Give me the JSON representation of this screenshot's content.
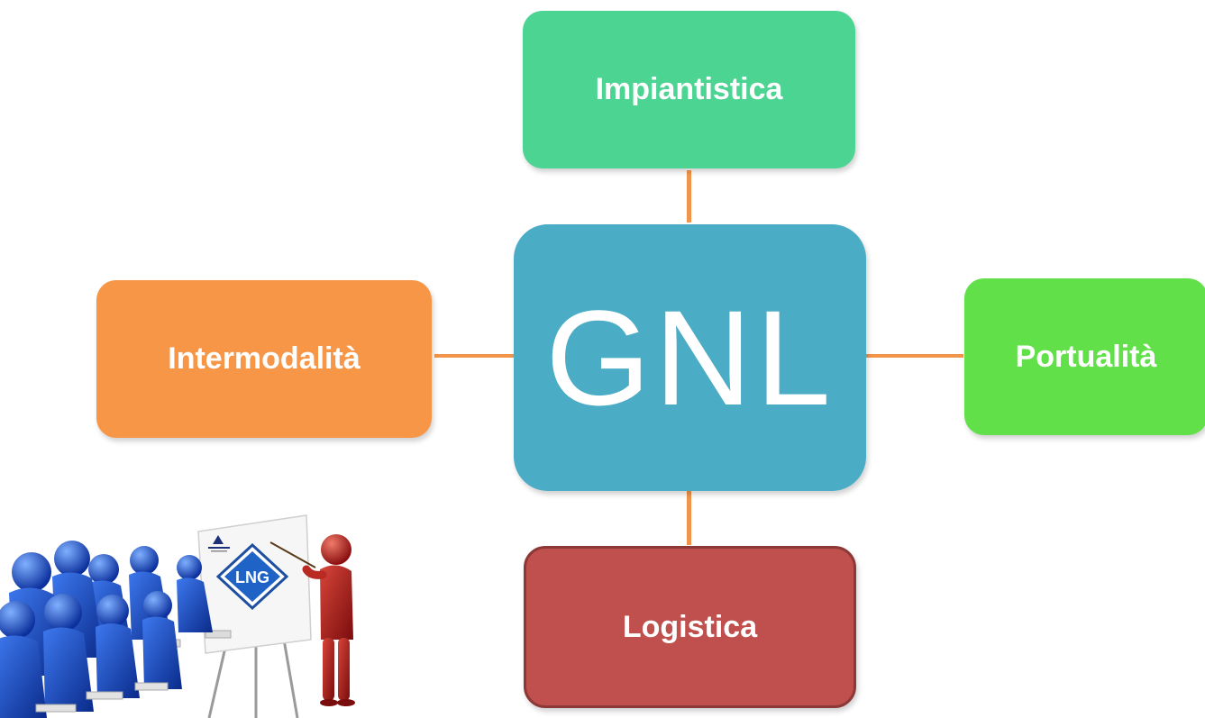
{
  "diagram": {
    "center": {
      "label": "GNL",
      "color": "#4bacc6"
    },
    "nodes": {
      "top": {
        "label": "Impiantistica",
        "color": "#4cd492"
      },
      "left": {
        "label": "Intermodalità",
        "color": "#f79646"
      },
      "right": {
        "label": "Portualità",
        "color": "#62e04a"
      },
      "bottom": {
        "label": "Logistica",
        "color": "#c0504d"
      }
    },
    "connector_color": "#f2954a"
  },
  "illustration": {
    "sign_text": "LNG"
  }
}
